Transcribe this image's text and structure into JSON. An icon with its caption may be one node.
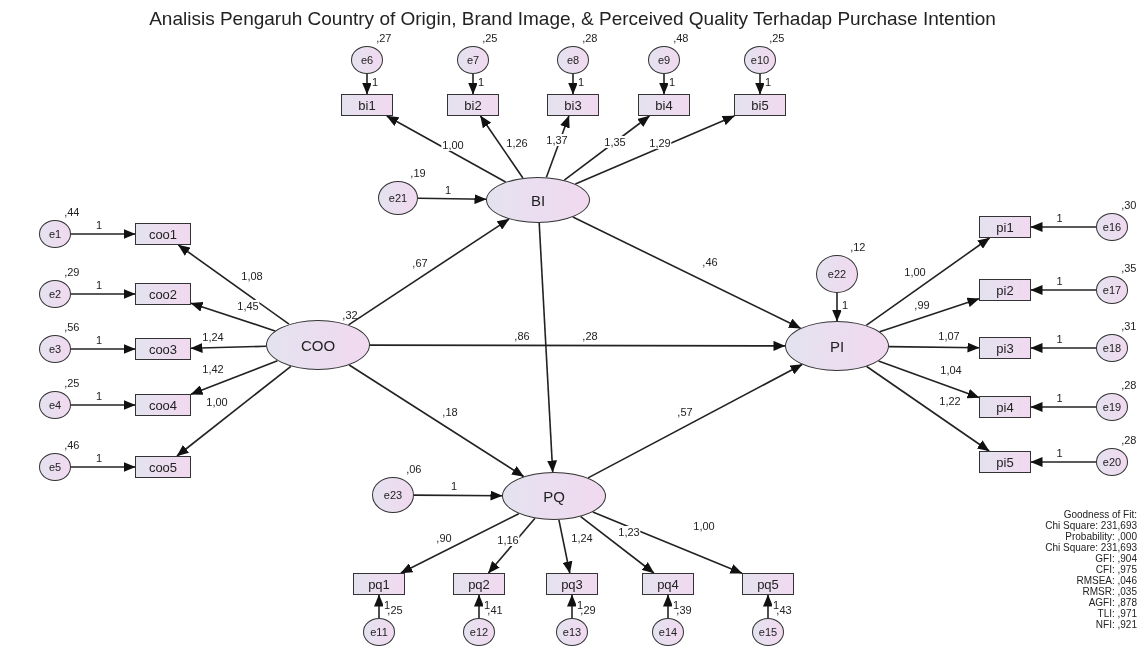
{
  "diagram": {
    "title": "Analisis Pengaruh Country of Origin, Brand Image, & Perceived Quality Terhadap Purchase Intention",
    "nodes": [
      {
        "text": [
          "e6"
        ],
        "beside": [
          ",27"
        ]
      },
      {
        "text": [
          "e7"
        ],
        "beside": [
          ",25"
        ]
      },
      {
        "text": [
          "e8"
        ],
        "beside": [
          ",28"
        ]
      },
      {
        "text": [
          "e9"
        ],
        "beside": [
          ",48"
        ]
      },
      {
        "text": [
          "e10"
        ],
        "beside": [
          ",25"
        ]
      },
      {
        "text": [
          "bi1"
        ]
      },
      {
        "text": [
          "bi2"
        ]
      },
      {
        "text": [
          "bi3"
        ]
      },
      {
        "text": [
          "bi4"
        ]
      },
      {
        "text": [
          "bi5"
        ]
      },
      {
        "text": [
          "e21"
        ],
        "beside": [
          ",19"
        ]
      },
      {
        "text": [
          "BI"
        ]
      },
      {
        "text": [
          "e22"
        ],
        "beside": [
          ",12"
        ]
      },
      {
        "text": [
          "pi1"
        ]
      },
      {
        "text": [
          "pi2"
        ]
      },
      {
        "text": [
          "pi3"
        ]
      },
      {
        "text": [
          "pi4"
        ]
      },
      {
        "text": [
          "pi5"
        ]
      },
      {
        "text": [
          "e16"
        ],
        "beside": [
          ",30"
        ]
      },
      {
        "text": [
          "e17"
        ],
        "beside": [
          ",35"
        ]
      },
      {
        "text": [
          "e18"
        ],
        "beside": [
          ",31"
        ]
      },
      {
        "text": [
          "e19"
        ],
        "beside": [
          ",28"
        ]
      },
      {
        "text": [
          "e20"
        ],
        "beside": [
          ",28"
        ]
      },
      {
        "text": [
          "e1"
        ],
        "beside": [
          ",44"
        ]
      },
      {
        "text": [
          "e2"
        ],
        "beside": [
          ",29"
        ]
      },
      {
        "text": [
          "e3"
        ],
        "beside": [
          ",56"
        ]
      },
      {
        "text": [
          "e4"
        ],
        "beside": [
          ",25"
        ]
      },
      {
        "text": [
          "e5"
        ],
        "beside": [
          ",46"
        ]
      },
      {
        "text": [
          "coo1"
        ]
      },
      {
        "text": [
          "coo2"
        ]
      },
      {
        "text": [
          "coo3"
        ]
      },
      {
        "text": [
          "coo4"
        ]
      },
      {
        "text": [
          "coo5"
        ]
      },
      {
        "text": [
          "COO"
        ],
        "beside": [
          ",32"
        ]
      },
      {
        "text": [
          "PI"
        ]
      },
      {
        "text": [
          "e23"
        ],
        "beside": [
          ",06"
        ]
      },
      {
        "text": [
          "PQ"
        ]
      },
      {
        "text": [
          "pq1"
        ]
      },
      {
        "text": [
          "pq2"
        ]
      },
      {
        "text": [
          "pq3"
        ]
      },
      {
        "text": [
          "pq4"
        ]
      },
      {
        "text": [
          "pq5"
        ]
      },
      {
        "text": [
          "e11"
        ],
        "beside": [
          ",25"
        ]
      },
      {
        "text": [
          "e12"
        ],
        "beside": [
          ",41"
        ]
      },
      {
        "text": [
          "e13"
        ],
        "beside": [
          ",29"
        ]
      },
      {
        "text": [
          "e14"
        ],
        "beside": [
          ",39"
        ]
      },
      {
        "text": [
          "e15"
        ],
        "beside": [
          ",43"
        ]
      }
    ],
    "edges": [
      {
        "from": 0,
        "to": 5,
        "arrow": "to",
        "label": "1"
      },
      {
        "from": 1,
        "to": 6,
        "arrow": "to",
        "label": "1"
      },
      {
        "from": 2,
        "to": 7,
        "arrow": "to",
        "label": "1"
      },
      {
        "from": 3,
        "to": 8,
        "arrow": "to",
        "label": "1"
      },
      {
        "from": 4,
        "to": 9,
        "arrow": "to",
        "label": "1"
      },
      {
        "from": 11,
        "to": 5,
        "arrow": "to",
        "label": "1,00"
      },
      {
        "from": 11,
        "to": 6,
        "arrow": "to",
        "label": "1,26"
      },
      {
        "from": 11,
        "to": 7,
        "arrow": "to",
        "label": "1,37"
      },
      {
        "from": 11,
        "to": 8,
        "arrow": "to",
        "label": "1,35"
      },
      {
        "from": 11,
        "to": 9,
        "arrow": "to",
        "label": "1,29"
      },
      {
        "from": 10,
        "to": 11,
        "arrow": "to",
        "label": "1"
      },
      {
        "from": 12,
        "to": 34,
        "arrow": "to",
        "label": "1"
      },
      {
        "from": 34,
        "to": 13,
        "arrow": "to",
        "label": "1,00"
      },
      {
        "from": 34,
        "to": 14,
        "arrow": "to",
        "label": ",99"
      },
      {
        "from": 34,
        "to": 15,
        "arrow": "to",
        "label": "1,07"
      },
      {
        "from": 34,
        "to": 16,
        "arrow": "to",
        "label": "1,04"
      },
      {
        "from": 34,
        "to": 17,
        "arrow": "to",
        "label": "1,22"
      },
      {
        "from": 18,
        "to": 13,
        "arrow": "to",
        "label": "1"
      },
      {
        "from": 19,
        "to": 14,
        "arrow": "to",
        "label": "1"
      },
      {
        "from": 20,
        "to": 15,
        "arrow": "to",
        "label": "1"
      },
      {
        "from": 21,
        "to": 16,
        "arrow": "to",
        "label": "1"
      },
      {
        "from": 22,
        "to": 17,
        "arrow": "to",
        "label": "1"
      },
      {
        "from": 23,
        "to": 28,
        "arrow": "to",
        "label": "1"
      },
      {
        "from": 24,
        "to": 29,
        "arrow": "to",
        "label": "1"
      },
      {
        "from": 25,
        "to": 30,
        "arrow": "to",
        "label": "1"
      },
      {
        "from": 26,
        "to": 31,
        "arrow": "to",
        "label": "1"
      },
      {
        "from": 27,
        "to": 32,
        "arrow": "to",
        "label": "1"
      },
      {
        "from": 33,
        "to": 28,
        "arrow": "to",
        "label": "1,08"
      },
      {
        "from": 33,
        "to": 29,
        "arrow": "to",
        "label": "1,45"
      },
      {
        "from": 33,
        "to": 30,
        "arrow": "to",
        "label": "1,24"
      },
      {
        "from": 33,
        "to": 31,
        "arrow": "to",
        "label": "1,42"
      },
      {
        "from": 33,
        "to": 32,
        "arrow": "to",
        "label": "1,00"
      },
      {
        "from": 33,
        "to": 11,
        "arrow": "to",
        "label": ",67"
      },
      {
        "from": 33,
        "to": 34,
        "arrow": "to",
        "label": ",28"
      },
      {
        "from": 33,
        "to": 36,
        "arrow": "to",
        "label": ",18"
      },
      {
        "from": 11,
        "to": 36,
        "arrow": "to",
        "label": ",86"
      },
      {
        "from": 11,
        "to": 34,
        "arrow": "to",
        "label": ",46"
      },
      {
        "from": 36,
        "to": 34,
        "arrow": "to",
        "label": ",57"
      },
      {
        "from": 35,
        "to": 36,
        "arrow": "to",
        "label": "1"
      },
      {
        "from": 36,
        "to": 37,
        "arrow": "to",
        "label": ",90"
      },
      {
        "from": 36,
        "to": 38,
        "arrow": "to",
        "label": "1,16"
      },
      {
        "from": 36,
        "to": 39,
        "arrow": "to",
        "label": "1,24"
      },
      {
        "from": 36,
        "to": 40,
        "arrow": "to",
        "label": "1,23"
      },
      {
        "from": 36,
        "to": 41,
        "arrow": "to",
        "label": "1,00"
      },
      {
        "from": 42,
        "to": 37,
        "arrow": "to",
        "label": "1"
      },
      {
        "from": 43,
        "to": 38,
        "arrow": "to",
        "label": "1"
      },
      {
        "from": 44,
        "to": 39,
        "arrow": "to",
        "label": "1"
      },
      {
        "from": 45,
        "to": 40,
        "arrow": "to",
        "label": "1"
      },
      {
        "from": 46,
        "to": 41,
        "arrow": "to",
        "label": "1"
      }
    ],
    "labels": [
      "Goodness of Fit:",
      "Chi Square: 231,693",
      "Probability: ,000",
      "Chi Square: 231,693",
      "GFI: ,904",
      "CFI: ,975",
      "RMSEA: ,046",
      "RMSR: ,035",
      "AGFI: ,878",
      "TLI: ,971",
      "NFI: ,921"
    ]
  }
}
